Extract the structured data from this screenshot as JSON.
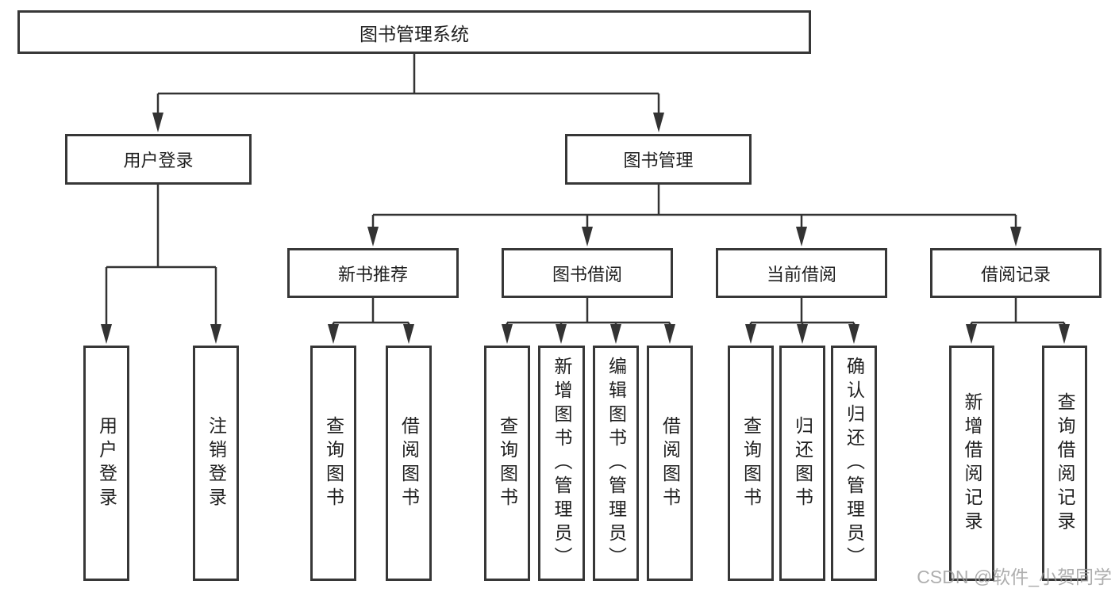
{
  "tree": {
    "root": {
      "label": "图书管理系统"
    },
    "branches": [
      {
        "label": "用户登录",
        "children": [
          {
            "label": "用户登录"
          },
          {
            "label": "注销登录"
          }
        ]
      },
      {
        "label": "图书管理",
        "children": [
          {
            "label": "新书推荐",
            "children": [
              {
                "label": "查询图书"
              },
              {
                "label": "借阅图书"
              }
            ]
          },
          {
            "label": "图书借阅",
            "children": [
              {
                "label": "查询图书"
              },
              {
                "label": "新增图书（管理员）"
              },
              {
                "label": "编辑图书（管理员）"
              },
              {
                "label": "借阅图书"
              }
            ]
          },
          {
            "label": "当前借阅",
            "children": [
              {
                "label": "查询图书"
              },
              {
                "label": "归还图书"
              },
              {
                "label": "确认归还（管理员）"
              }
            ]
          },
          {
            "label": "借阅记录",
            "children": [
              {
                "label": "新增借阅记录"
              },
              {
                "label": "查询借阅记录"
              }
            ]
          }
        ]
      }
    ]
  },
  "watermark": "CSDN @软件_小贺同学",
  "colors": {
    "box_border": "#373737",
    "connector_line": "#333333",
    "text": "#1f1f1f",
    "background": "#ffffff",
    "watermark": "#9b9b9b"
  }
}
